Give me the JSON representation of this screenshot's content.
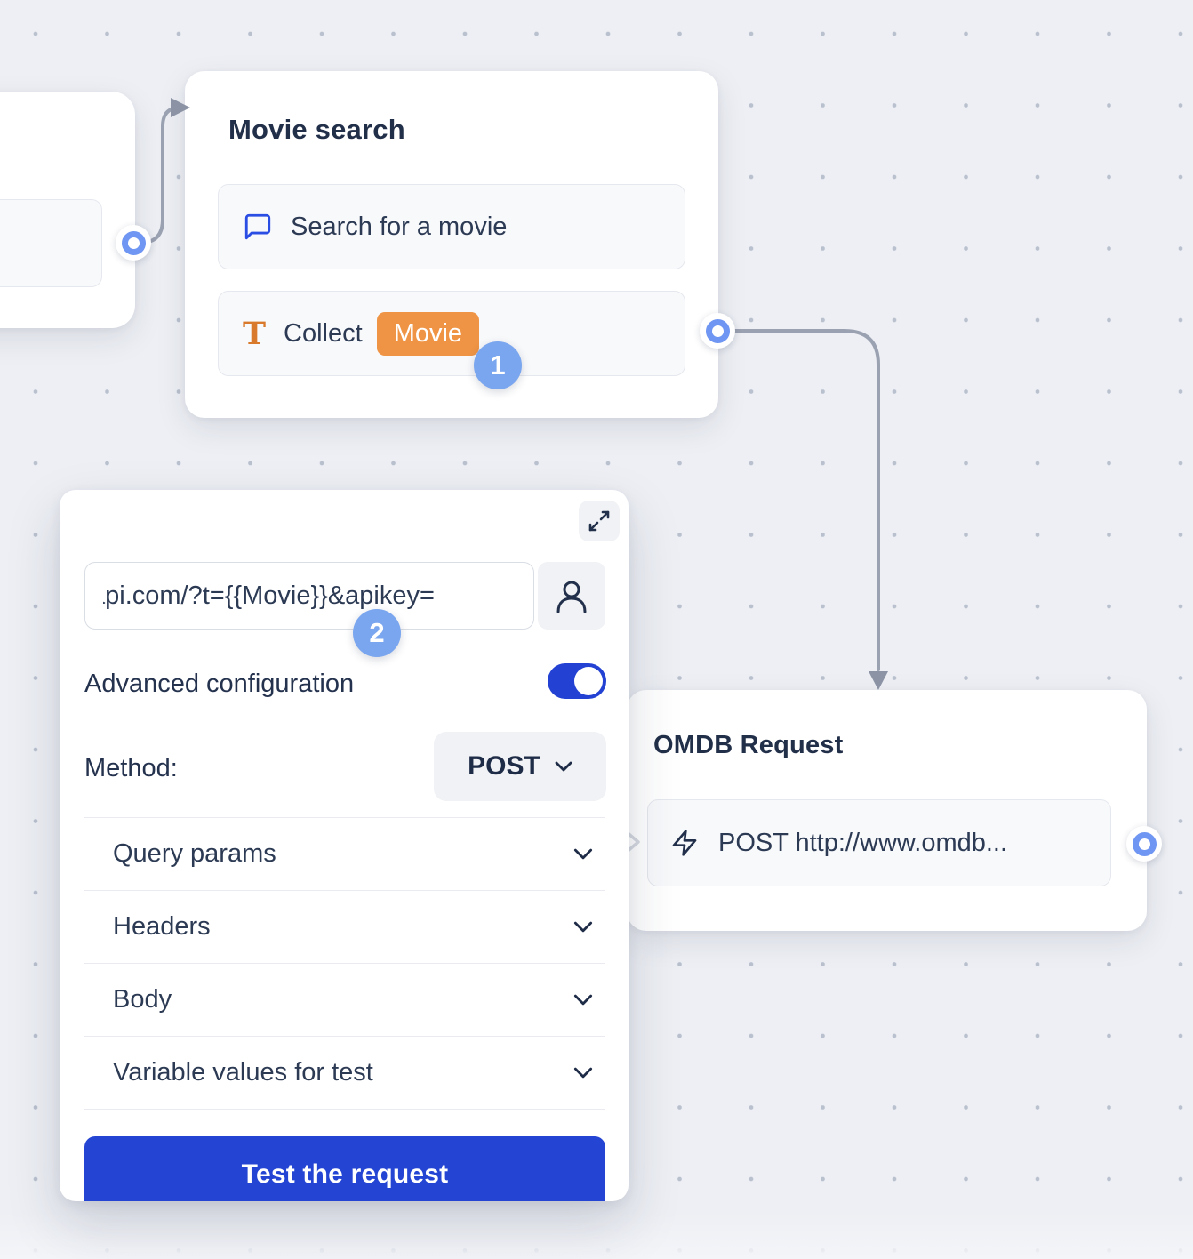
{
  "colors": {
    "accent_blue": "#2342d3",
    "connector_blue": "#6f96f2",
    "badge_orange": "#ef9444",
    "icon_orange": "#d8792b",
    "bubble_blue": "#7aa6ef",
    "edge_gray": "#9aa1b1",
    "icon_blue": "#2a4de4"
  },
  "nodes": {
    "movie_search": {
      "title": "Movie search",
      "items": [
        {
          "icon": "message-square-icon",
          "label": "Search for a movie"
        },
        {
          "icon": "text-icon",
          "label": "Collect",
          "variable_badge": "Movie"
        }
      ]
    },
    "omdb_request": {
      "title": "OMDB Request",
      "request": {
        "icon": "zap-icon",
        "label": "POST http://www.omdb..."
      }
    }
  },
  "editor_panel": {
    "url_input": {
      "value": "api.com/?t={{Movie}}&apikey="
    },
    "advanced_configuration_label": "Advanced configuration",
    "advanced_configuration_on": true,
    "method_label": "Method:",
    "method_value": "POST",
    "sections": [
      {
        "label": "Query params"
      },
      {
        "label": "Headers"
      },
      {
        "label": "Body"
      },
      {
        "label": "Variable values for test"
      }
    ],
    "test_button_label": "Test the request"
  },
  "step_badges": {
    "collect_step": "1",
    "url_step": "2"
  }
}
